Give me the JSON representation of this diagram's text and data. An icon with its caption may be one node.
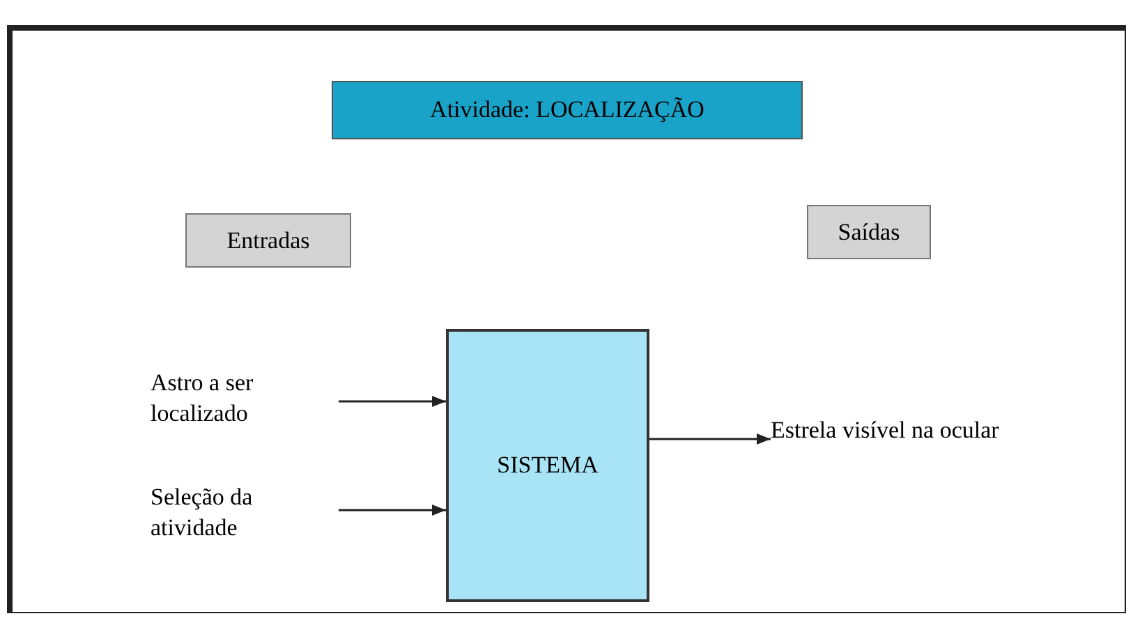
{
  "diagram": {
    "nodes": [
      {
        "text": [
          "Atividade: LOCALIZAÇÃO"
        ]
      },
      {
        "text": [
          "Entradas"
        ]
      },
      {
        "text": [
          "Saídas"
        ]
      },
      {
        "text": [
          "SISTEMA"
        ]
      },
      {
        "text": [
          "Astro a ser localizado"
        ]
      },
      {
        "text": [
          "Seleção da atividade"
        ]
      },
      {
        "text": [
          "Estrela visível na ocular"
        ]
      }
    ],
    "edges": [
      {
        "from": 4,
        "to": 3,
        "arrow": "to"
      },
      {
        "from": 5,
        "to": 3,
        "arrow": "to"
      },
      {
        "from": 3,
        "to": 6,
        "arrow": "to"
      }
    ]
  }
}
